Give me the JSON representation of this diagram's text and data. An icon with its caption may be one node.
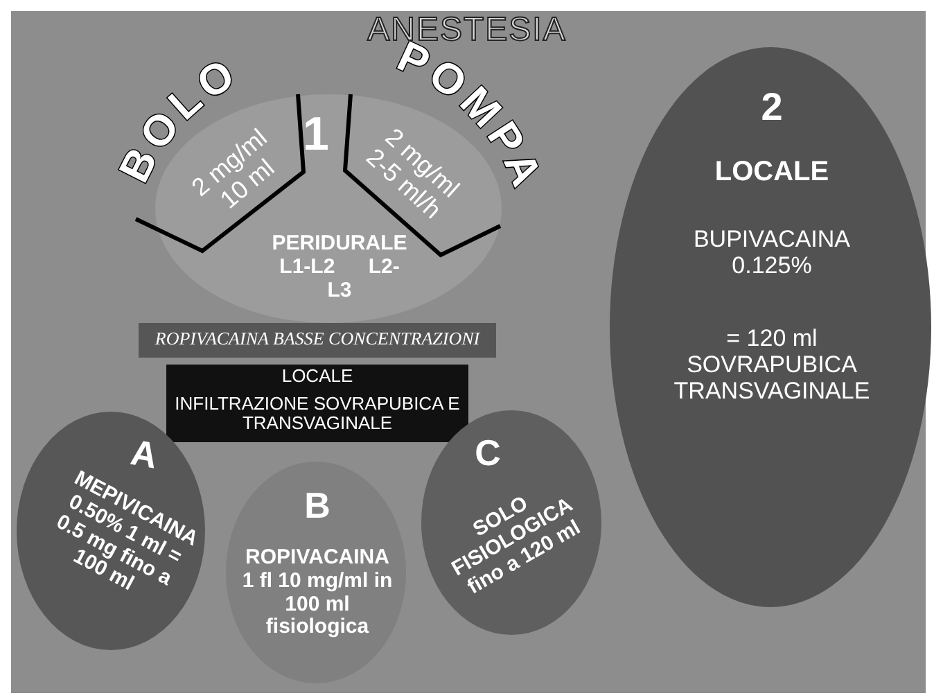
{
  "diagram": {
    "title": "ANESTESIA",
    "nodes": [
      {
        "text": [
          "1",
          "PERIDURALE L1-L2 L2-L3"
        ]
      },
      {
        "text": [
          "BOLO",
          "2 mg/ml 10 ml"
        ]
      },
      {
        "text": [
          "POMPA",
          "2 mg/ml 2-5 ml/h"
        ]
      },
      {
        "text": [
          "ROPIVACAINA BASSE CONCENTRAZIONI"
        ]
      },
      {
        "text": [
          "LOCALE",
          "INFILTRAZIONE SOVRAPUBICA E TRANSVAGINALE"
        ]
      },
      {
        "text": [
          "A",
          "MEPIVICAINA 0.50% 1 ml = 0.5 mg fino a 100 ml"
        ]
      },
      {
        "text": [
          "B",
          "ROPIVACAINA 1 fl 10 mg/ml in 100 ml fisiologica"
        ]
      },
      {
        "text": [
          "C",
          "SOLO FISIOLOGICA fino a 120 ml"
        ]
      },
      {
        "text": [
          "2",
          "LOCALE",
          "BUPIVACAINA 0.125%",
          "= 120 ml SOVRAPUBICA TRANSVAGINALE"
        ]
      }
    ]
  }
}
